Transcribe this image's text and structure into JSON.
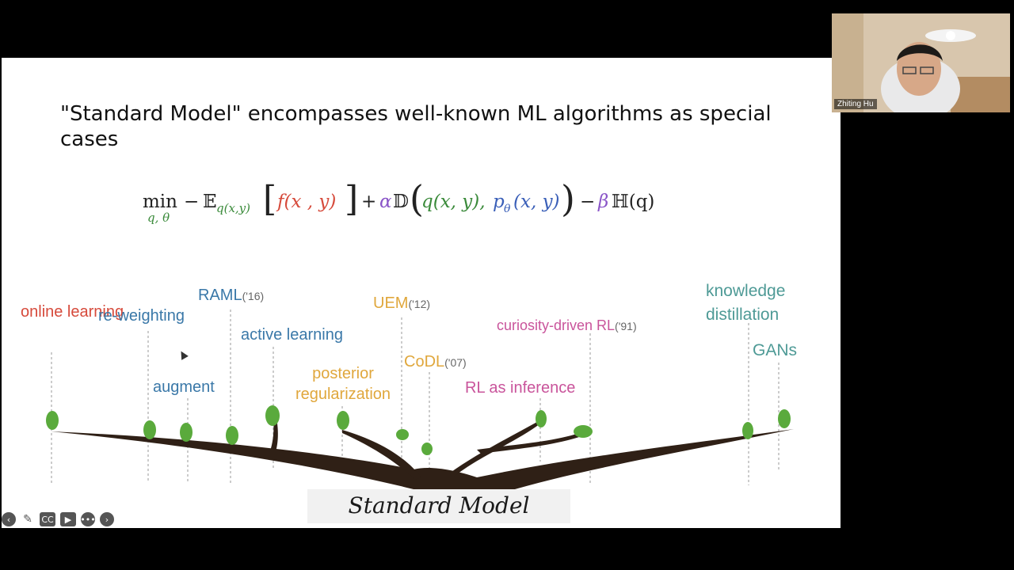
{
  "slide": {
    "title": "\"Standard Model\" encompasses well-known ML algorithms as special cases",
    "formula": {
      "min": "min",
      "min_sub": "q, θ",
      "minus1": "−",
      "expect": "𝔼",
      "expect_sub": "q(x,y)",
      "lbr": "[",
      "f": "f(x , y)",
      "rbr": "]",
      "plus": "+",
      "alpha": "α",
      "div": "𝔻",
      "lp": "(",
      "q": "q(x, y),",
      "p": "p",
      "p_sub": "θ",
      "pxy": "(x, y)",
      "rp": ")",
      "minus2": "−",
      "beta": "β",
      "ent": "ℍ(q)"
    },
    "labels": {
      "online_learning": "online learning",
      "re_weighting": "re-weighting",
      "raml": "RAML",
      "raml_year": "('16)",
      "augment": "augment",
      "active_learning": "active learning",
      "uem": "UEM",
      "uem_year": "('12)",
      "posterior_reg": "posterior regularization",
      "codl": "CoDL",
      "codl_year": "('07)",
      "curiosity_rl": "curiosity-driven RL",
      "curiosity_year": "('91)",
      "rl_inference": "RL as inference",
      "knowledge_distillation": "knowledge distillation",
      "gans": "GANs"
    },
    "trunk_label": "Standard Model"
  },
  "participant": {
    "name": "Zhiting Hu"
  },
  "toolbar_icons": [
    "back-icon",
    "pen-icon",
    "cc-icon",
    "video-off-icon",
    "more-icon",
    "forward-icon"
  ],
  "colors": {
    "red": "#d64a3b",
    "blue": "#3a78a8",
    "orange": "#e0a73c",
    "pink": "#c9549b",
    "teal": "#4e9a96",
    "trunk": "#2f2016",
    "leaf": "#5aaa3c"
  }
}
